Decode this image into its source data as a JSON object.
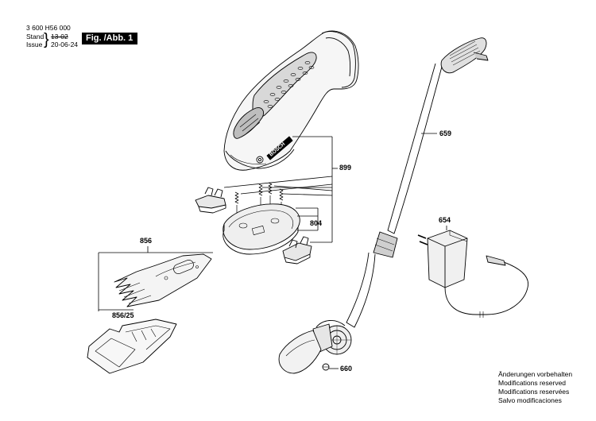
{
  "header": {
    "doc_number": "3 600 H56 000",
    "stand_label": "Stand",
    "issue_label": "Issue",
    "stand_value": "13-02",
    "issue_value": "20-06-24",
    "figure_label": "Fig. /Abb. 1"
  },
  "parts": {
    "p899": "899",
    "p804": "804",
    "p856": "856",
    "p856_25": "856/25",
    "p659": "659",
    "p654": "654",
    "p660": "660"
  },
  "brand": "BOSCH",
  "notes": [
    "Änderungen vorbehalten",
    "Modifications reserved",
    "Modifications reservées",
    "Salvo modificaciones"
  ]
}
